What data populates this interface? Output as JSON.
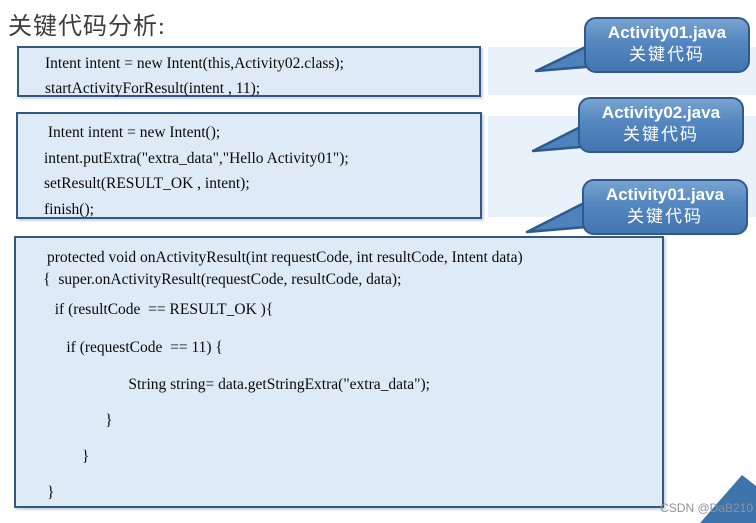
{
  "title": "关键代码分析:",
  "code_boxes": [
    {
      "name": "activity01-start-code",
      "lines": [
        "Intent intent = new Intent(this,Activity02.class);",
        "startActivityForResult(intent , 11);"
      ]
    },
    {
      "name": "activity02-result-code",
      "lines": [
        " Intent intent = new Intent();",
        "intent.putExtra(\"extra_data\",\"Hello Activity01\");",
        "setResult(RESULT_OK , intent);",
        "finish();"
      ]
    },
    {
      "name": "activity01-onactivityresult-code",
      "lines": [
        "        protected void onActivityResult(int requestCode, int resultCode, Intent data)",
        "       {  super.onActivityResult(requestCode, resultCode, data);",
        "          if (resultCode  == RESULT_OK ){",
        "             if (requestCode  == 11) {",
        "                             String string= data.getStringExtra(\"extra_data\");",
        "                       }",
        "                 }",
        "        }"
      ]
    }
  ],
  "callouts": [
    {
      "file": "Activity01.java",
      "label": "关键代码"
    },
    {
      "file": "Activity02.java",
      "label": "关键代码"
    },
    {
      "file": "Activity01.java",
      "label": "关键代码"
    }
  ],
  "watermark": "CSDN @DaB210",
  "colors": {
    "box_fill": "#dfeaf7",
    "box_border": "#33597f",
    "band_fill": "#e9f1fa",
    "bubble_fill": "#4f81bd",
    "bubble_border": "#2e5a8e",
    "corner_triangle": "#3d74ac",
    "title_text": "#3d3d3d",
    "watermark_text": "#8f9396"
  }
}
